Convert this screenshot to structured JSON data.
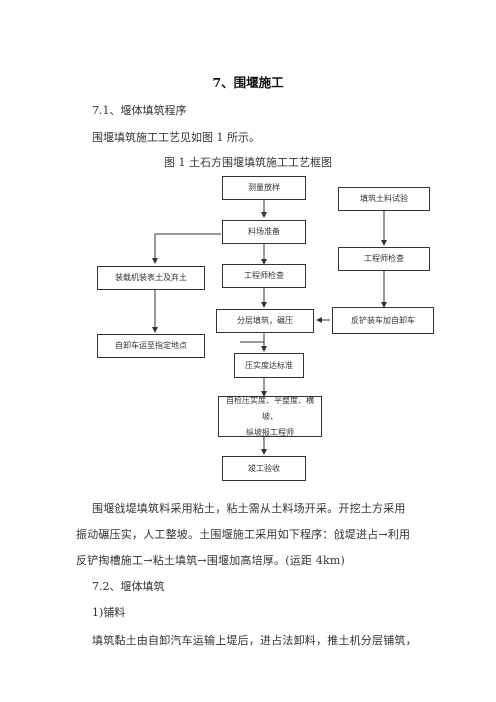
{
  "heading": "7、围堰施工",
  "sec_7_1": "7.1、堰体填筑程序",
  "intro": "围堰填筑施工工艺见如图 1 所示。",
  "figure_caption": "图 1 土石方围堰填筑施工工艺框图",
  "flow": {
    "survey": "测量放样",
    "material_test": "填筑土料试验",
    "yard_prep": "料场准备",
    "engineer_check_right": "工程师检查",
    "loader_strip": "装载机装表土及弃土",
    "engineer_check_mid": "工程师检查",
    "layer_fill": "分层填筑，碾压",
    "backhoe": "反铲装车加自卸车",
    "dump_truck": "自卸车运至指定地点",
    "compaction": "压实度达标准",
    "self_check_1": "自检压实度、平整度、横坡、",
    "self_check_2": "纵坡报工程师",
    "acceptance": "竣工验收"
  },
  "para2_line1": "围堰戗堤填筑料采用粘土，粘土需从土料场开采。开挖土方采用",
  "para2_line2": "振动碾压实，人工整坡。土围堰施工采用如下程序：戗堤进占→利用",
  "para2_line3": "反铲掏槽施工→粘土填筑→围堰加高培厚。(运距 4km)",
  "sec_7_2": "7.2、堰体填筑",
  "sub_1": "1)铺料",
  "para3_line1": "填筑黏土由自卸汽车运输上堤后，进占法卸料，推土机分层铺筑，"
}
